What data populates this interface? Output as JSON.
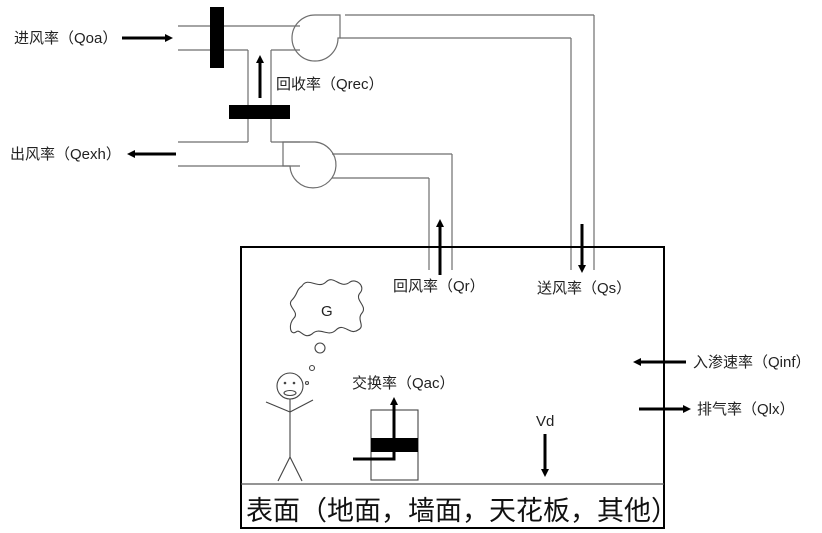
{
  "diagram": {
    "type": "HVAC indoor air flow schematic",
    "labels": {
      "outdoor_air": "进风率（Qoa）",
      "exhaust_air": "出风率（Qexh）",
      "recirculation": "回收率（Qrec）",
      "return_air": "回风率（Qr）",
      "supply_air": "送风率（Qs）",
      "infiltration": "入渗速率（Qinf）",
      "exfiltration": "排气率（Qlx）",
      "air_cleaner": "交换率（Qac）",
      "deposition": "Vd",
      "generation": "G",
      "surfaces": "表面（地面，墙面，天花板，其他）"
    },
    "flow_directions": {
      "outdoor_air": "right",
      "exhaust_air": "left",
      "recirculation": "up",
      "return_air": "up",
      "supply_air": "down",
      "infiltration": "left",
      "exfiltration": "right",
      "air_cleaner": "up",
      "deposition": "down"
    }
  }
}
